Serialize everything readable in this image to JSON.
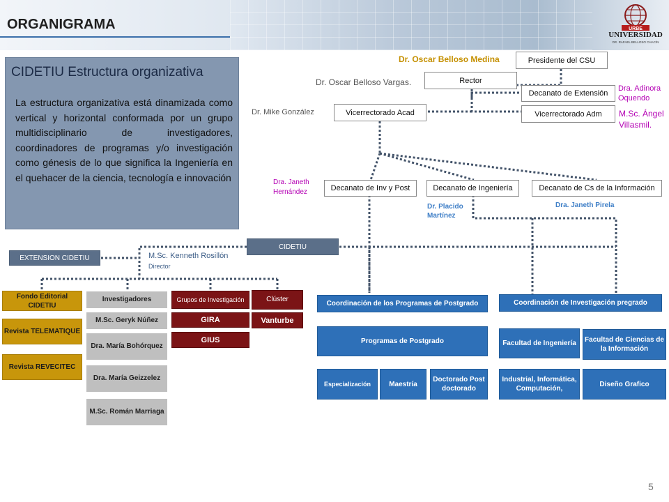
{
  "header": {
    "title": "ORGANIGRAMA",
    "logo_name": "UNIVERSIDAD",
    "logo_sub": "DR. RAFAEL BELLOSO CHACÍN"
  },
  "panel": {
    "title": "CIDETIU Estructura organizativa",
    "text": "La estructura organizativa está dinamizada como vertical y horizontal conformada por un grupo multidisciplinario de investigadores, coordinadores de programas y/o investigación como génesis de lo que significa la Ingeniería en el quehacer de la ciencia, tecnología e innovación"
  },
  "top": {
    "presidente_name": "Dr. Oscar Belloso Medina",
    "presidente": "Presidente del CSU",
    "rector_name": "Dr. Oscar Belloso Vargas.",
    "rector": "Rector",
    "extension": "Decanato de Extensión",
    "extension_name": "Dra. Adinora Oquendo",
    "vice_adm": "Vicerrectorado Adm",
    "vice_adm_name": "M.Sc. Ángel Villasmil.",
    "vice_acad_name": "Dr. Mike  González",
    "vice_acad": "Vicerrectorado Acad"
  },
  "deanships": {
    "inv_name": "Dra. Janeth Hernández",
    "inv": "Decanato de Inv y Post",
    "ing": "Decanato de Ingeniería",
    "ing_name": "Dr. Placido Martínez",
    "info": "Decanato de Cs de la Información",
    "info_name": "Dra. Janeth Pirela"
  },
  "cidetiu": {
    "center": "CIDETIU",
    "extension": "EXTENSION CIDETIU",
    "director_name": "M.Sc. Kenneth Rosillón",
    "director_role": "Director"
  },
  "gold_items": [
    "Fondo Editorial CIDETIU",
    "Revista TELEMATIQUE",
    "Revista REVECITEC"
  ],
  "researchers": [
    "Investigadores",
    "M.Sc. Geryk Núñez",
    "Dra. María Bohórquez",
    "Dra. María Geizzelez",
    "M.Sc. Román Marriaga"
  ],
  "groups": {
    "header": "Grupos de Investigación",
    "items": [
      "GIRA",
      "GIUS"
    ],
    "cluster_header": "Clúster",
    "cluster_item": "Vanturbe"
  },
  "postgrado": {
    "coord": "Coordinación  de los Programas de Postgrado",
    "programs": "Programas de Postgrado",
    "esp": "Especialización",
    "maestria": "Maestría",
    "doctorado": "Doctorado Post doctorado"
  },
  "pregrado": {
    "coord": "Coordinación  de Investigación pregrado",
    "fac_ing": "Facultad de Ingeniería",
    "fac_info": "Facultad de Ciencias de la Información",
    "careers": "Industrial, Informática, Computación,",
    "diseno": "Diseño Grafico"
  },
  "page_number": "5",
  "colors": {
    "accent_blue": "#2e70b8",
    "maroon": "#7b1416",
    "gold": "#c8960b",
    "panel": "#8497b0"
  }
}
